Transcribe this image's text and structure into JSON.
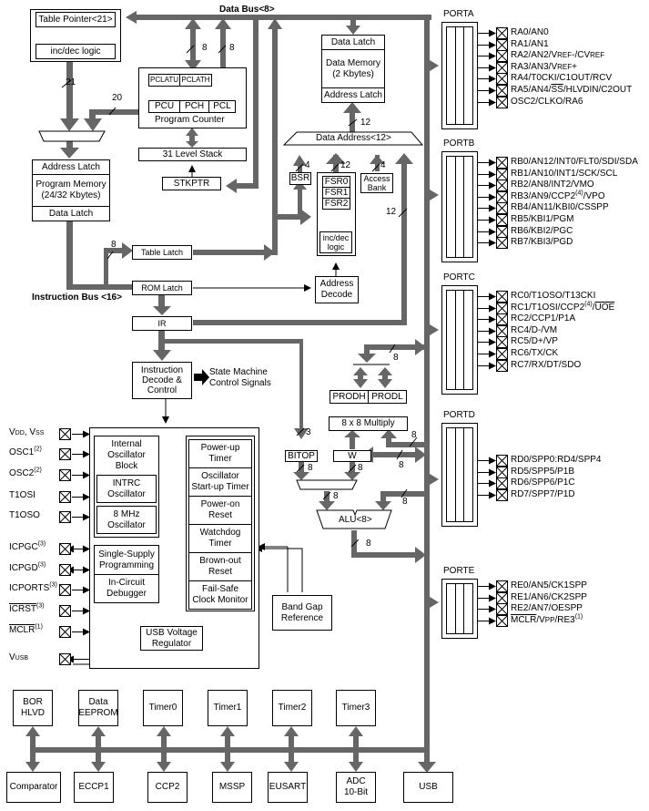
{
  "buses": {
    "data_bus": "Data Bus<8>",
    "instruction_bus": "Instruction Bus <16>",
    "data_address": "Data Address<12>"
  },
  "blocks": {
    "table_pointer": "Table Pointer<21>",
    "tp_incdec": "inc/dec logic",
    "pclatu": "PCLATU",
    "pclath": "PCLATH",
    "pcu": "PCU",
    "pch": "PCH",
    "pcl": "PCL",
    "program_counter": "Program Counter",
    "stack": "31 Level Stack",
    "stkptr": "STKPTR",
    "address_latch": "Address Latch",
    "program_memory": "Program Memory",
    "program_memory_size": "(24/32 Kbytes)",
    "pm_data_latch": "Data Latch",
    "table_latch": "Table Latch",
    "rom_latch": "ROM Latch",
    "ir": "IR",
    "instr_decode_1": "Instruction",
    "instr_decode_2": "Decode &",
    "instr_decode_3": "Control",
    "state_machine_1": "State Machine",
    "state_machine_2": "Control Signals",
    "dm_data_latch": "Data Latch",
    "data_memory": "Data Memory",
    "data_memory_size": "(2 Kbytes)",
    "dm_address_latch": "Address Latch",
    "bsr": "BSR",
    "fsr0": "FSR0",
    "fsr1": "FSR1",
    "fsr2": "FSR2",
    "fsr_incdec_1": "inc/dec",
    "fsr_incdec_2": "logic",
    "access_bank_1": "Access",
    "access_bank_2": "Bank",
    "address_decode_1": "Address",
    "address_decode_2": "Decode",
    "prodh": "PRODH",
    "prodl": "PRODL",
    "multiply": "8 x 8 Multiply",
    "bitop": "BITOP",
    "w": "W",
    "alu": "ALU<8>",
    "int_osc_1": "Internal",
    "int_osc_2": "Oscillator",
    "int_osc_3": "Block",
    "intrc_1": "INTRC",
    "intrc_2": "Oscillator",
    "mhz8_1": "8 MHz",
    "mhz8_2": "Oscillator",
    "ssp_1": "Single-Supply",
    "ssp_2": "Programming",
    "icd_1": "In-Circuit",
    "icd_2": "Debugger",
    "usb_vreg_1": "USB Voltage",
    "usb_vreg_2": "Regulator",
    "pwrt_1": "Power-up",
    "pwrt_2": "Timer",
    "ost_1": "Oscillator",
    "ost_2": "Start-up Timer",
    "por_1": "Power-on",
    "por_2": "Reset",
    "wdt_1": "Watchdog",
    "wdt_2": "Timer",
    "bor_1": "Brown-out",
    "bor_2": "Reset",
    "fscm_1": "Fail-Safe",
    "fscm_2": "Clock Monitor",
    "bandgap_1": "Band Gap",
    "bandgap_2": "Reference"
  },
  "bus_widths": {
    "tp": "21",
    "pc_to_mux": "20",
    "pclath": "8",
    "pcl": "8",
    "dm_addr": "12",
    "bsr": "4",
    "fsr": "12",
    "access": "4",
    "ir_addr": "12",
    "table_latch": "8",
    "prod": "8",
    "mult_in": "8",
    "w_bus": "8",
    "bitop_in": "3",
    "bitop_out": "8",
    "w_out": "8",
    "mux_out": "8",
    "alu_in": "8",
    "alu_out": "8"
  },
  "left_pins": [
    {
      "name": "VDD, VSS",
      "sup": ""
    },
    {
      "name": "OSC1",
      "sup": "(2)"
    },
    {
      "name": "OSC2",
      "sup": "(2)"
    },
    {
      "name": "T1OSI",
      "sup": ""
    },
    {
      "name": "T1OSO",
      "sup": ""
    },
    {
      "name": "ICPGC",
      "sup": "(3)"
    },
    {
      "name": "ICPGD",
      "sup": "(3)"
    },
    {
      "name": "ICPORTS",
      "sup": "(3)"
    },
    {
      "name": "ICRST",
      "sup": "(3)"
    },
    {
      "name": "MCLR",
      "sup": "(1)"
    },
    {
      "name": "VUSB",
      "sup": ""
    }
  ],
  "ports": [
    {
      "name": "PORTA",
      "pins": [
        "RA0/AN0",
        "RA1/AN1",
        "RA2/AN2/VREF-/CVREF",
        "RA3/AN3/VREF+",
        "RA4/T0CKI/C1OUT/RCV",
        "RA5/AN4/SS/HLVDIN/C2OUT",
        "OSC2/CLKO/RA6"
      ]
    },
    {
      "name": "PORTB",
      "pins": [
        "RB0/AN12/INT0/FLT0/SDI/SDA",
        "RB1/AN10/INT1/SCK/SCL",
        "RB2/AN8/INT2/VMO",
        "RB3/AN9/CCP2(4)/VPO",
        "RB4/AN11/KBI0/CSSPP",
        "RB5/KBI1/PGM",
        "RB6/KBI2/PGC",
        "RB7/KBI3/PGD"
      ]
    },
    {
      "name": "PORTC",
      "pins": [
        "RC0/T1OSO/T13CKI",
        "RC1/T1OSI/CCP2(4)/UOE",
        "RC2/CCP1/P1A",
        "RC4/D-/VM",
        "RC5/D+/VP",
        "RC6/TX/CK",
        "RC7/RX/DT/SDO"
      ]
    },
    {
      "name": "PORTD",
      "pins": [
        "RD0/SPP0:RD4/SPP4",
        "RD5/SPP5/P1B",
        "RD6/SPP6/P1C",
        "RD7/SPP7/P1D"
      ]
    },
    {
      "name": "PORTE",
      "pins": [
        "RE0/AN5/CK1SPP",
        "RE1/AN6/CK2SPP",
        "RE2/AN7/OESPP",
        "MCLR/VPP/RE3(1)"
      ]
    }
  ],
  "peripherals_top": [
    {
      "l1": "BOR",
      "l2": "HLVD"
    },
    {
      "l1": "Data",
      "l2": "EEPROM"
    },
    {
      "l1": "Timer0",
      "l2": ""
    },
    {
      "l1": "Timer1",
      "l2": ""
    },
    {
      "l1": "Timer2",
      "l2": ""
    },
    {
      "l1": "Timer3",
      "l2": ""
    }
  ],
  "peripherals_bottom": [
    {
      "l1": "Comparator",
      "l2": ""
    },
    {
      "l1": "ECCP1",
      "l2": ""
    },
    {
      "l1": "CCP2",
      "l2": ""
    },
    {
      "l1": "MSSP",
      "l2": ""
    },
    {
      "l1": "EUSART",
      "l2": ""
    },
    {
      "l1": "ADC",
      "l2": "10-Bit"
    },
    {
      "l1": "USB",
      "l2": ""
    }
  ],
  "colors": {
    "bus": "#666666",
    "line": "#000000"
  }
}
